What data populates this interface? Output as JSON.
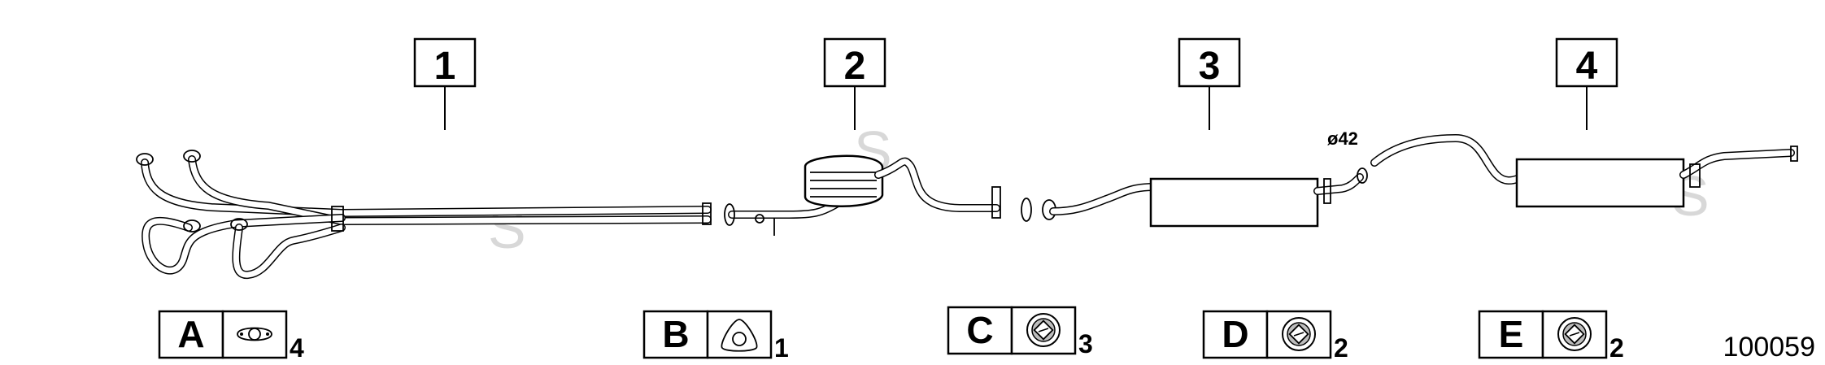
{
  "callouts": [
    {
      "number": "1"
    },
    {
      "number": "2"
    },
    {
      "number": "3"
    },
    {
      "number": "4"
    }
  ],
  "parts": [
    {
      "letter": "A",
      "icon": "oval-flange-gasket-icon",
      "qty": "4"
    },
    {
      "letter": "B",
      "icon": "triangular-flange-gasket-icon",
      "qty": "1"
    },
    {
      "letter": "C",
      "icon": "rubber-mount-ring-icon",
      "qty": "3"
    },
    {
      "letter": "D",
      "icon": "rubber-mount-ring-icon",
      "qty": "2"
    },
    {
      "letter": "E",
      "icon": "rubber-mount-ring-icon",
      "qty": "2"
    }
  ],
  "diameter_label": "ø42",
  "watermark": "S",
  "diagram_id": "100059"
}
